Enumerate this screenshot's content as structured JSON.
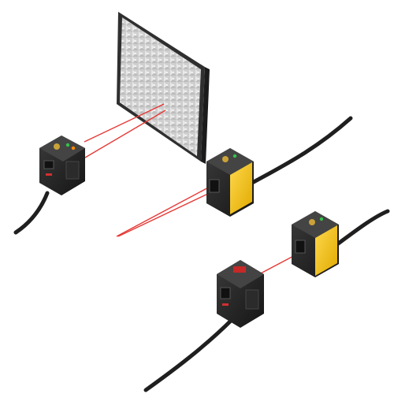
{
  "image": {
    "scene": "photoelectric-sensors-product-illustration",
    "background_color": "#ffffff",
    "accent_colors": {
      "sensor_body": "#2a2a2a",
      "sensor_label_yellow": "#f2c400",
      "beam_red": "#e53935",
      "led_green": "#35c24a",
      "led_orange": "#ff8a00",
      "reflector_frame": "#2f2f2f",
      "reflector_panel": "#d9d9d9",
      "cable": "#1f1f1f"
    },
    "objects": [
      {
        "name": "reflector-panel"
      },
      {
        "name": "retroreflective-sensor-left"
      },
      {
        "name": "diffuse-sensor-center"
      },
      {
        "name": "through-beam-emitter-bottom"
      },
      {
        "name": "through-beam-receiver-right"
      }
    ]
  }
}
